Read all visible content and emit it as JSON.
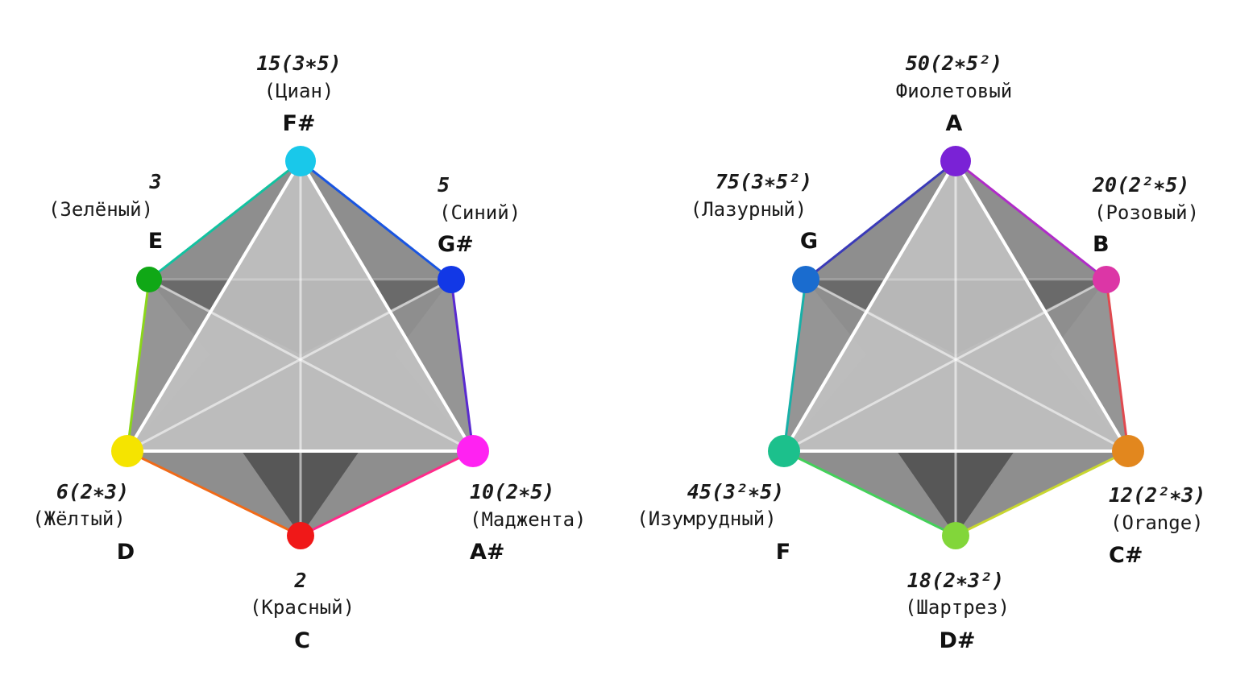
{
  "diagrams": [
    {
      "id": "left",
      "vertices": {
        "top": {
          "note": "F#",
          "number": "15(3∗5)",
          "name": "(Циан)",
          "color": "#19c8ea"
        },
        "ur": {
          "note": "G#",
          "number": "5",
          "name": "(Синий)",
          "color": "#1238e6"
        },
        "ul": {
          "note": "E",
          "number": "3",
          "name": "(Зелёный)",
          "color": "#10a816"
        },
        "lr": {
          "note": "A#",
          "number": "10(2∗5)",
          "name": "(Маджента)",
          "color": "#ff22f2"
        },
        "ll": {
          "note": "D",
          "number": "6(2∗3)",
          "name": "(Жёлтый)",
          "color": "#f5e400"
        },
        "bot": {
          "note": "C",
          "number": "2",
          "name": "(Красный)",
          "color": "#f01818"
        }
      }
    },
    {
      "id": "right",
      "vertices": {
        "top": {
          "note": "A",
          "number": "50(2∗5²)",
          "name": "Фиолетовый",
          "color": "#7a22d6"
        },
        "ur": {
          "note": "B",
          "number": "20(2²∗5)",
          "name": "(Розовый)",
          "color": "#dc36a6"
        },
        "ul": {
          "note": "G",
          "number": "75(3∗5²)",
          "name": "(Лазурный)",
          "color": "#1a6ccf"
        },
        "lr": {
          "note": "C#",
          "number": "12(2²∗3)",
          "name": "(Orange)",
          "color": "#e2871e"
        },
        "ll": {
          "note": "F",
          "number": "45(3²∗5)",
          "name": "(Изумрудный)",
          "color": "#1cc08c"
        },
        "bot": {
          "note": "D#",
          "number": "18(2∗3²)",
          "name": "(Шартрез)",
          "color": "#82d63a"
        }
      }
    }
  ]
}
